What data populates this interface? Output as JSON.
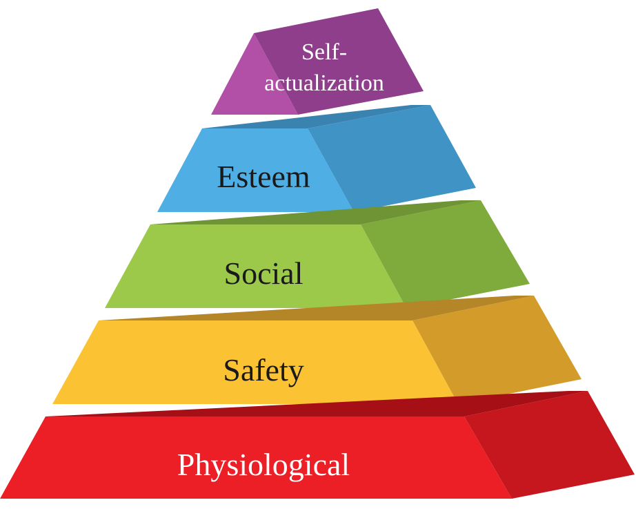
{
  "diagram": {
    "type": "pyramid",
    "tiers": [
      {
        "id": "self-actualization",
        "lines": [
          "Self-",
          "actualization"
        ],
        "colors": {
          "front": "#B24FA6",
          "side": "#8E3E8A",
          "top": "#9C4596",
          "text": "#FFFFFF"
        }
      },
      {
        "id": "esteem",
        "lines": [
          "Esteem"
        ],
        "colors": {
          "front": "#4FAEE3",
          "side": "#3F93C5",
          "top": "#3A82B0",
          "text": "#1A1A1A"
        }
      },
      {
        "id": "social",
        "lines": [
          "Social"
        ],
        "colors": {
          "front": "#9CC94A",
          "side": "#7FAA3C",
          "top": "#6E9435",
          "text": "#1A1A1A"
        }
      },
      {
        "id": "safety",
        "lines": [
          "Safety"
        ],
        "colors": {
          "front": "#FBC233",
          "side": "#D39B2A",
          "top": "#B58628",
          "text": "#1A1A1A"
        }
      },
      {
        "id": "physiological",
        "lines": [
          "Physiological"
        ],
        "colors": {
          "front": "#EC1F27",
          "side": "#C5171D",
          "top": "#A50F15",
          "text": "#FFFFFF"
        }
      }
    ]
  }
}
